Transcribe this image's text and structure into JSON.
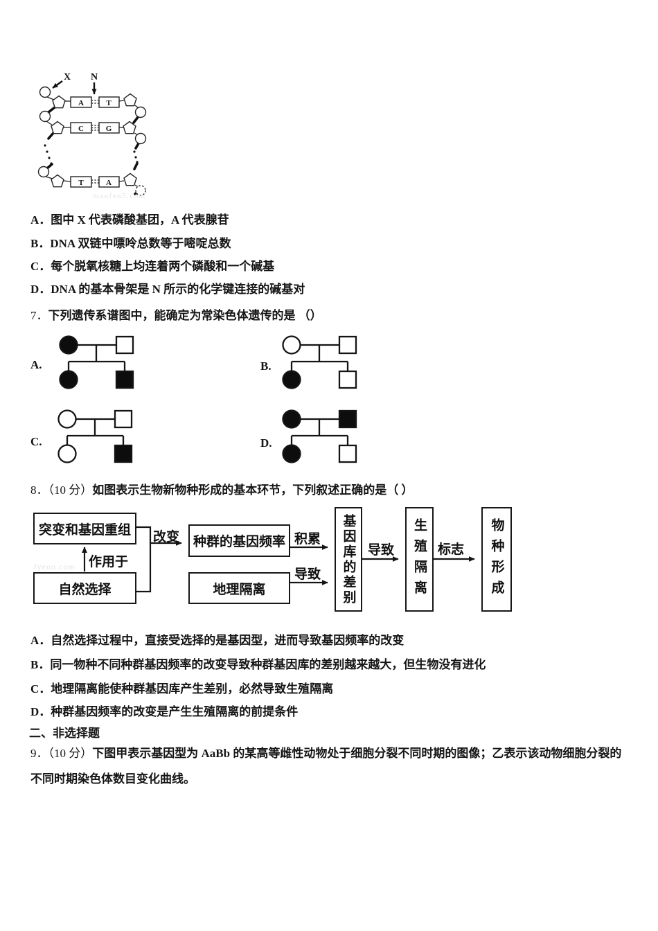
{
  "dna_figure": {
    "label_x": "X",
    "label_n": "N",
    "rungs": [
      {
        "left": "A",
        "right": "T"
      },
      {
        "left": "C",
        "right": "G"
      },
      {
        "left": "T",
        "right": "A"
      }
    ],
    "watermark": "manfen5.com"
  },
  "question6": {
    "options": [
      {
        "letter": "A．",
        "text": "图中 X 代表磷酸基团，A 代表腺苷"
      },
      {
        "letter": "B．",
        "text": "DNA 双链中嘌呤总数等于嘧啶总数"
      },
      {
        "letter": "C．",
        "text": "每个脱氧核糖上均连着两个磷酸和一个碱基"
      },
      {
        "letter": "D．",
        "text": "DNA 的基本骨架是 N 所示的化学键连接的碱基对"
      }
    ]
  },
  "question7": {
    "number": "7．",
    "text": "下列遗传系谱图中，能确定为常染色体遗传的是 （）",
    "pedigrees": [
      {
        "label": "A.",
        "mother_affected": true,
        "father_affected": false,
        "daughter_affected": true,
        "son_affected": true
      },
      {
        "label": "B.",
        "mother_affected": false,
        "father_affected": false,
        "daughter_affected": true,
        "son_affected": false
      },
      {
        "label": "C.",
        "mother_affected": false,
        "father_affected": false,
        "daughter_affected": false,
        "son_affected": true
      },
      {
        "label": "D.",
        "mother_affected": true,
        "father_affected": true,
        "daughter_affected": true,
        "son_affected": false
      }
    ]
  },
  "question8": {
    "number": "8．",
    "score": "（10 分）",
    "text": "如图表示生物新物种形成的基本环节，下列叙述正确的是（ ）",
    "flowchart": {
      "mutation_box": "突变和基因重组",
      "natural_selection_box": "自然选择",
      "gene_frequency_box": "种群的基因频率",
      "geographic_isolation_box": "地理隔离",
      "gene_pool_difference_box": "基因库的差别",
      "reproductive_isolation_box": "生殖隔离",
      "species_formation_box": "物种形成",
      "acts_on_label": "作用于",
      "change_label": "改变",
      "accumulate_label": "积累",
      "lead_to_label_1": "导致",
      "lead_to_label_2": "导致",
      "mark_label": "标志",
      "watermark": "Jyeoo.com"
    },
    "options": [
      {
        "letter": "A．",
        "text": "自然选择过程中，直接受选择的是基因型，进而导致基因频率的改变"
      },
      {
        "letter": "B．",
        "text": "同一物种不同种群基因频率的改变导致种群基因库的差别越来越大，但生物没有进化"
      },
      {
        "letter": "C．",
        "text": "地理隔离能使种群基因库产生差别，必然导致生殖隔离"
      },
      {
        "letter": "D．",
        "text": "种群基因频率的改变是产生生殖隔离的前提条件"
      }
    ]
  },
  "section_two": {
    "title": "二、非选择题"
  },
  "question9": {
    "number": "9．",
    "score": "（10 分）",
    "line1": "下图甲表示基因型为 AaBb 的某高等雌性动物处于细胞分裂不同时期的图像；乙表示该动物细胞分裂的",
    "line2": "不同时期染色体数目变化曲线。"
  }
}
